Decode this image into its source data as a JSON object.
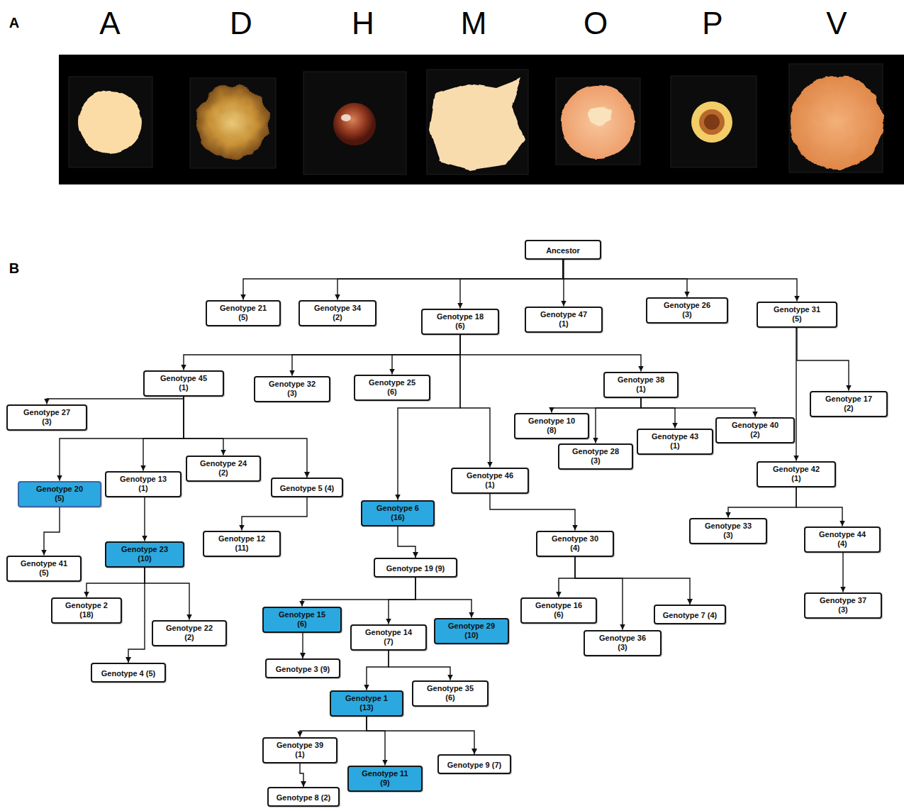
{
  "diagram": {
    "nodes": [
      {
        "text": [
          "Ancestor"
        ]
      },
      {
        "text": [
          "Genotype 21 (5)"
        ]
      },
      {
        "text": [
          "Genotype 34 (2)"
        ]
      },
      {
        "text": [
          "Genotype 18 (6)"
        ]
      },
      {
        "text": [
          "Genotype 47 (1)"
        ]
      },
      {
        "text": [
          "Genotype 26 (3)"
        ]
      },
      {
        "text": [
          "Genotype 31 (5)"
        ]
      },
      {
        "text": [
          "Genotype 45 (1)"
        ]
      },
      {
        "text": [
          "Genotype 32 (3)"
        ]
      },
      {
        "text": [
          "Genotype 25 (6)"
        ]
      },
      {
        "text": [
          "Genotype 38 (1)"
        ]
      },
      {
        "text": [
          "Genotype 17 (2)"
        ]
      },
      {
        "text": [
          "Genotype 27 (3)"
        ]
      },
      {
        "text": [
          "Genotype 10 (8)"
        ]
      },
      {
        "text": [
          "Genotype 43 (1)"
        ]
      },
      {
        "text": [
          "Genotype 40 (2)"
        ]
      },
      {
        "text": [
          "Genotype 28 (3)"
        ]
      },
      {
        "text": [
          "Genotype 24 (2)"
        ]
      },
      {
        "text": [
          "Genotype 42 (1)"
        ]
      },
      {
        "text": [
          "Genotype 46 (1)"
        ]
      },
      {
        "text": [
          "Genotype 13 (1)"
        ]
      },
      {
        "text": [
          "Genotype 20 (5)"
        ]
      },
      {
        "text": [
          "Genotype 5 (4)"
        ]
      },
      {
        "text": [
          "Genotype 6 (16)"
        ]
      },
      {
        "text": [
          "Genotype 33 (3)"
        ]
      },
      {
        "text": [
          "Genotype 44 (4)"
        ]
      },
      {
        "text": [
          "Genotype 12 (11)"
        ]
      },
      {
        "text": [
          "Genotype 30 (4)"
        ]
      },
      {
        "text": [
          "Genotype 23 (10)"
        ]
      },
      {
        "text": [
          "Genotype 19 (9)"
        ]
      },
      {
        "text": [
          "Genotype 41 (5)"
        ]
      },
      {
        "text": [
          "Genotype 16 (6)"
        ]
      },
      {
        "text": [
          "Genotype 37 (3)"
        ]
      },
      {
        "text": [
          "Genotype 2 (18)"
        ]
      },
      {
        "text": [
          "Genotype 7 (4)"
        ]
      },
      {
        "text": [
          "Genotype 15 (6)"
        ]
      },
      {
        "text": [
          "Genotype 29 (10)"
        ]
      },
      {
        "text": [
          "Genotype 22 (2)"
        ]
      },
      {
        "text": [
          "Genotype 14 (7)"
        ]
      },
      {
        "text": [
          "Genotype 36 (3)"
        ]
      },
      {
        "text": [
          "Genotype 3 (9)"
        ]
      },
      {
        "text": [
          "Genotype 4 (5)"
        ]
      },
      {
        "text": [
          "Genotype 35 (6)"
        ]
      },
      {
        "text": [
          "Genotype 1 (13)"
        ]
      },
      {
        "text": [
          "Genotype 39 (1)"
        ]
      },
      {
        "text": [
          "Genotype 9 (7)"
        ]
      },
      {
        "text": [
          "Genotype 11 (9)"
        ]
      },
      {
        "text": [
          "Genotype 8 (2)"
        ]
      }
    ],
    "edges": [
      {
        "from": 0,
        "to": 1,
        "arrow": "to"
      },
      {
        "from": 0,
        "to": 2,
        "arrow": "to"
      },
      {
        "from": 0,
        "to": 3,
        "arrow": "to"
      },
      {
        "from": 0,
        "to": 4,
        "arrow": "to"
      },
      {
        "from": 0,
        "to": 5,
        "arrow": "to"
      },
      {
        "from": 0,
        "to": 6,
        "arrow": "to"
      },
      {
        "from": 3,
        "to": 7,
        "arrow": "to"
      },
      {
        "from": 3,
        "to": 8,
        "arrow": "to"
      },
      {
        "from": 3,
        "to": 9,
        "arrow": "to"
      },
      {
        "from": 3,
        "to": 10,
        "arrow": "to"
      },
      {
        "from": 3,
        "to": 23,
        "arrow": "to"
      },
      {
        "from": 3,
        "to": 19,
        "arrow": "to"
      },
      {
        "from": 6,
        "to": 11,
        "arrow": "to"
      },
      {
        "from": 6,
        "to": 18,
        "arrow": "to"
      },
      {
        "from": 7,
        "to": 12,
        "arrow": "to"
      },
      {
        "from": 7,
        "to": 21,
        "arrow": "to"
      },
      {
        "from": 7,
        "to": 20,
        "arrow": "to"
      },
      {
        "from": 7,
        "to": 17,
        "arrow": "to"
      },
      {
        "from": 7,
        "to": 22,
        "arrow": "to"
      },
      {
        "from": 10,
        "to": 13,
        "arrow": "to"
      },
      {
        "from": 10,
        "to": 16,
        "arrow": "to"
      },
      {
        "from": 10,
        "to": 14,
        "arrow": "to"
      },
      {
        "from": 10,
        "to": 15,
        "arrow": "to"
      },
      {
        "from": 18,
        "to": 24,
        "arrow": "to"
      },
      {
        "from": 18,
        "to": 25,
        "arrow": "to"
      },
      {
        "from": 19,
        "to": 27,
        "arrow": "to"
      },
      {
        "from": 20,
        "to": 28,
        "arrow": "to"
      },
      {
        "from": 21,
        "to": 30,
        "arrow": "to"
      },
      {
        "from": 22,
        "to": 26,
        "arrow": "to"
      },
      {
        "from": 23,
        "to": 29,
        "arrow": "to"
      },
      {
        "from": 25,
        "to": 32,
        "arrow": "to"
      },
      {
        "from": 27,
        "to": 31,
        "arrow": "to"
      },
      {
        "from": 27,
        "to": 39,
        "arrow": "to"
      },
      {
        "from": 27,
        "to": 34,
        "arrow": "to"
      },
      {
        "from": 28,
        "to": 33,
        "arrow": "to"
      },
      {
        "from": 28,
        "to": 41,
        "arrow": "to"
      },
      {
        "from": 28,
        "to": 37,
        "arrow": "to"
      },
      {
        "from": 29,
        "to": 35,
        "arrow": "to"
      },
      {
        "from": 29,
        "to": 38,
        "arrow": "to"
      },
      {
        "from": 29,
        "to": 36,
        "arrow": "to"
      },
      {
        "from": 35,
        "to": 40,
        "arrow": "to"
      },
      {
        "from": 38,
        "to": 43,
        "arrow": "to"
      },
      {
        "from": 38,
        "to": 42,
        "arrow": "to"
      },
      {
        "from": 43,
        "to": 44,
        "arrow": "to"
      },
      {
        "from": 43,
        "to": 46,
        "arrow": "to"
      },
      {
        "from": 43,
        "to": 45,
        "arrow": "to"
      },
      {
        "from": 44,
        "to": 47,
        "arrow": "to"
      }
    ],
    "labels": [
      "A",
      "A",
      "D",
      "H",
      "M",
      "O",
      "P",
      "V",
      "B"
    ]
  }
}
